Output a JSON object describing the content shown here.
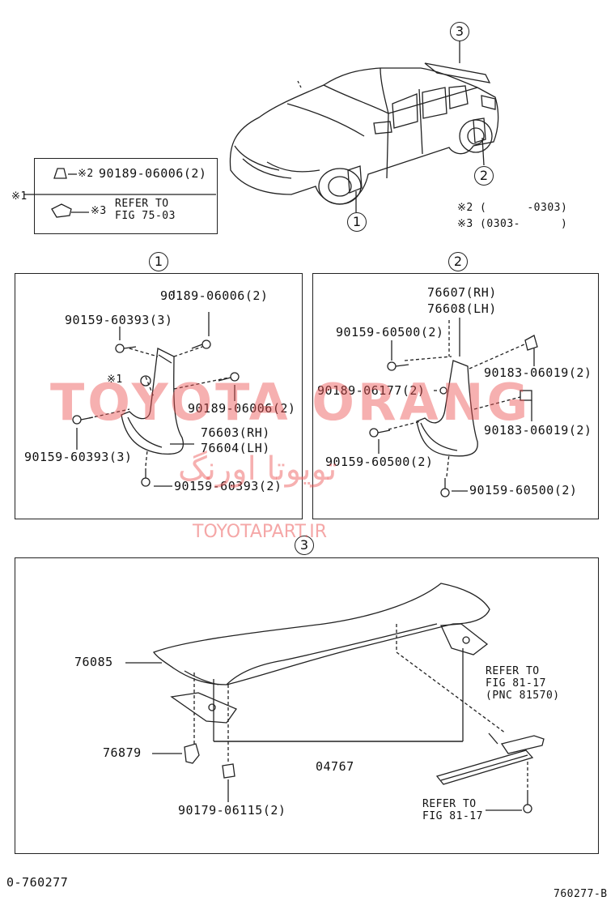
{
  "legend": {
    "row1_mark": "※2",
    "row1_part": "90189-06006(2)",
    "row2_mark": "※3",
    "row2_line1": "REFER TO",
    "row2_line2": "FIG 75-03",
    "group_mark": "※1"
  },
  "notes": {
    "n2": "※2 (      -0303)",
    "n3": "※3 (0303-      )"
  },
  "callouts": {
    "c1": "1",
    "c2": "2",
    "c3": "3"
  },
  "panel1": {
    "title": "1",
    "p_a": "90189-06006(2)",
    "p_b": "90159-60393(3)",
    "p_mark": "※1",
    "p_c": "90189-06006(2)",
    "p_d1": "76603(RH)",
    "p_d2": "76604(LH)",
    "p_e": "90159-60393(3)",
    "p_f": "90159-60393(2)"
  },
  "panel2": {
    "title": "2",
    "p_a1": "76607(RH)",
    "p_a2": "76608(LH)",
    "p_b": "90159-60500(2)",
    "p_c": "90183-06019(2)",
    "p_d": "90189-06177(2)",
    "p_e": "90183-06019(2)",
    "p_f": "90159-60500(2)",
    "p_g": "90159-60500(2)"
  },
  "panel3": {
    "title": "3",
    "p_spoiler": "76085",
    "p_clip": "76879",
    "p_seal": "04767",
    "p_nut": "90179-06115(2)",
    "ref1_l1": "REFER TO",
    "ref1_l2": "FIG 81-17",
    "ref1_l3": "(PNC 81570)",
    "ref2_l1": "REFER TO",
    "ref2_l2": "FIG 81-17"
  },
  "watermark": {
    "main": "TOYOTA ORANG",
    "persian": "تویوتا اورنگ",
    "site": "TOYOTAPART.IR"
  },
  "footer": {
    "left": "0-760277",
    "right": "760277-B"
  }
}
